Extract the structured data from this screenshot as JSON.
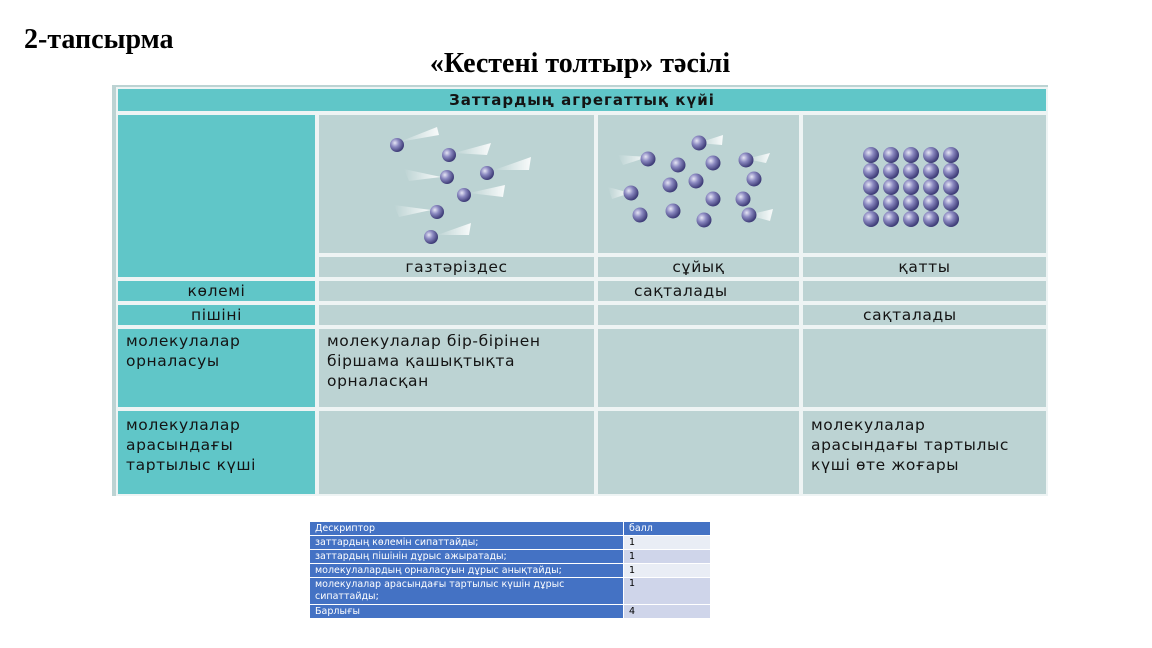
{
  "slide": {
    "task_label": "2-тапсырма",
    "method_title": "«Кестені толтыр» тәсілі"
  },
  "matrix": {
    "header": "Заттардың агрегаттық күйі",
    "states": [
      "газтәріздес",
      "сұйық",
      "қатты"
    ],
    "rows": [
      {
        "label": "көлемі",
        "gas": "",
        "liquid": "сақталады",
        "solid": ""
      },
      {
        "label": "пішіні",
        "gas": "",
        "liquid": "",
        "solid": "сақталады"
      },
      {
        "label": "молекулалар орналасуы",
        "gas": "молекулалар бір-бірінен біршама қашықтықта орналасқан",
        "liquid": "",
        "solid": ""
      },
      {
        "label": "молекулалар арасындағы тартылыс күші",
        "gas": "",
        "liquid": "",
        "solid": "молекулалар арасындағы тартылыс күші өте жоғары"
      }
    ],
    "colors": {
      "teal": "#60c6c8",
      "gray": "#bcd3d3",
      "particle": "#6c6aa6"
    }
  },
  "descriptor": {
    "headers": [
      "Дескриптор",
      "балл"
    ],
    "rows": [
      {
        "text": " заттардың көлемін  сипаттайды;",
        "score": "1"
      },
      {
        "text": " заттардың пішінін дұрыс ажыратады;",
        "score": "1"
      },
      {
        "text": "молекулалардың орналасуын дұрыс анықтайды;",
        "score": "1"
      },
      {
        "text": "молекулалар арасындағы тартылыс күшін дұрыс сипаттайды;",
        "score": "1"
      }
    ],
    "total_label": "Барлығы",
    "total_score": "4",
    "colors": {
      "header": "#4472c4"
    }
  }
}
